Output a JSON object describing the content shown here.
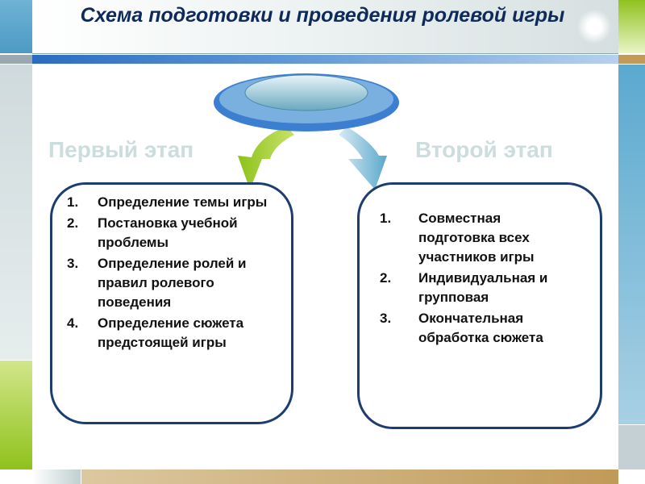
{
  "title": "Схема подготовки и проведения ролевой игры",
  "stage1": {
    "label": "Первый этап",
    "items": [
      {
        "n": "1.",
        "text": "Определение темы игры"
      },
      {
        "n": "2.",
        "text": "Постановка учебной проблемы"
      },
      {
        "n": "3.",
        "text": "Определение ролей и правил ролевого поведения"
      },
      {
        "n": "4.",
        "text": "Определение сюжета предстоящей игры"
      }
    ]
  },
  "stage2": {
    "label": "Второй этап",
    "items": [
      {
        "n": "1.",
        "text": "Совместная подготовка всех участников игры"
      },
      {
        "n": "2.",
        "text": "Индивидуальная и групповая"
      },
      {
        "n": "3.",
        "text": "Окончательная обработка сюжета"
      }
    ]
  }
}
